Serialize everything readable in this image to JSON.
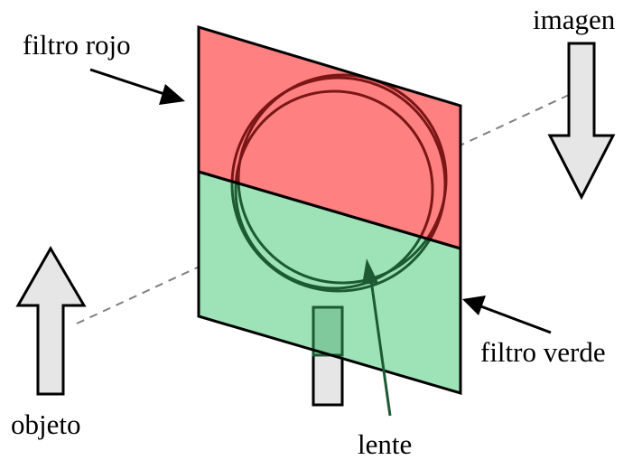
{
  "labels": {
    "red_filter": "filtro rojo",
    "green_filter": "filtro verde",
    "image": "imagen",
    "object": "objeto",
    "lens": "lente"
  },
  "colors": {
    "red_filter_fill": "#ff8080",
    "green_filter_fill": "#9de3b7",
    "lens_ring_red_zone": "#7a1616",
    "lens_ring_green_zone": "#1d5a33",
    "lens_handle_fill": "#e6e6e6",
    "lens_handle_overlap_fill": "#80c99d",
    "arrow_fill": "#e6e6e6",
    "outline": "#000000",
    "optical_axis": "#808080"
  },
  "icons": {
    "object_arrow": "up-arrow-icon",
    "image_arrow": "down-arrow-icon"
  }
}
